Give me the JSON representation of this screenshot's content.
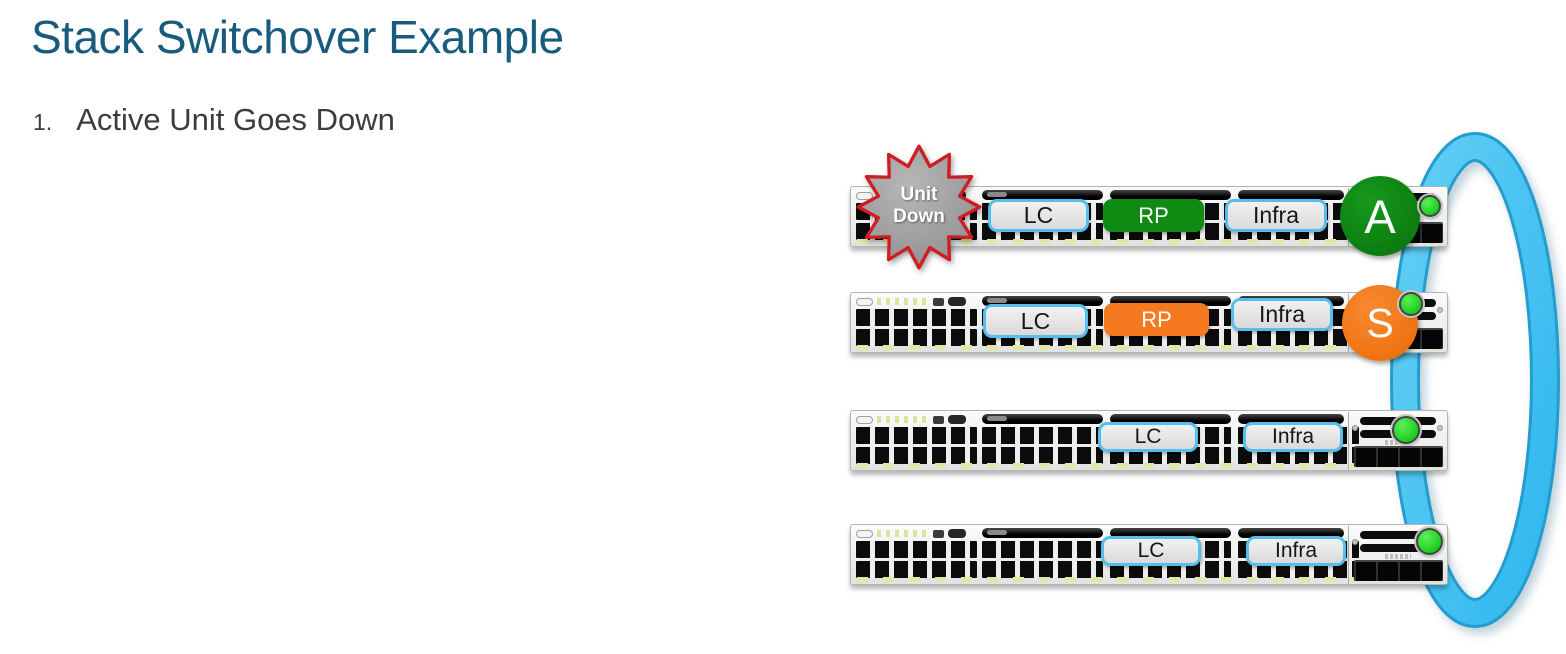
{
  "slide": {
    "title": "Stack Switchover Example",
    "step_number": "1.",
    "step_text": "Active Unit Goes Down"
  },
  "burst": {
    "line1": "Unit",
    "line2": "Down"
  },
  "colors": {
    "title_text": "#175B7E",
    "body_text": "#3C3C3C",
    "ring_fill": "#41C2F2",
    "ring_edge": "#249CCE",
    "active_green": "#0F8A13",
    "standby_orange": "#F4791F",
    "led_green": "#2BE02B",
    "burst_fill": "#9A9A9A",
    "burst_border": "#CE1D23",
    "tag_border": "#55BEEC"
  },
  "switches": [
    {
      "name": "switch-1",
      "role": "active",
      "badge_letter": "A",
      "tags": {
        "lc": "LC",
        "rp": "RP",
        "infra": "Infra"
      }
    },
    {
      "name": "switch-2",
      "role": "standby",
      "badge_letter": "S",
      "tags": {
        "lc": "LC",
        "rp": "RP",
        "infra": "Infra"
      }
    },
    {
      "name": "switch-3",
      "role": "member",
      "tags": {
        "lc": "LC",
        "infra": "Infra"
      }
    },
    {
      "name": "switch-4",
      "role": "member",
      "tags": {
        "lc": "LC",
        "infra": "Infra"
      }
    }
  ]
}
